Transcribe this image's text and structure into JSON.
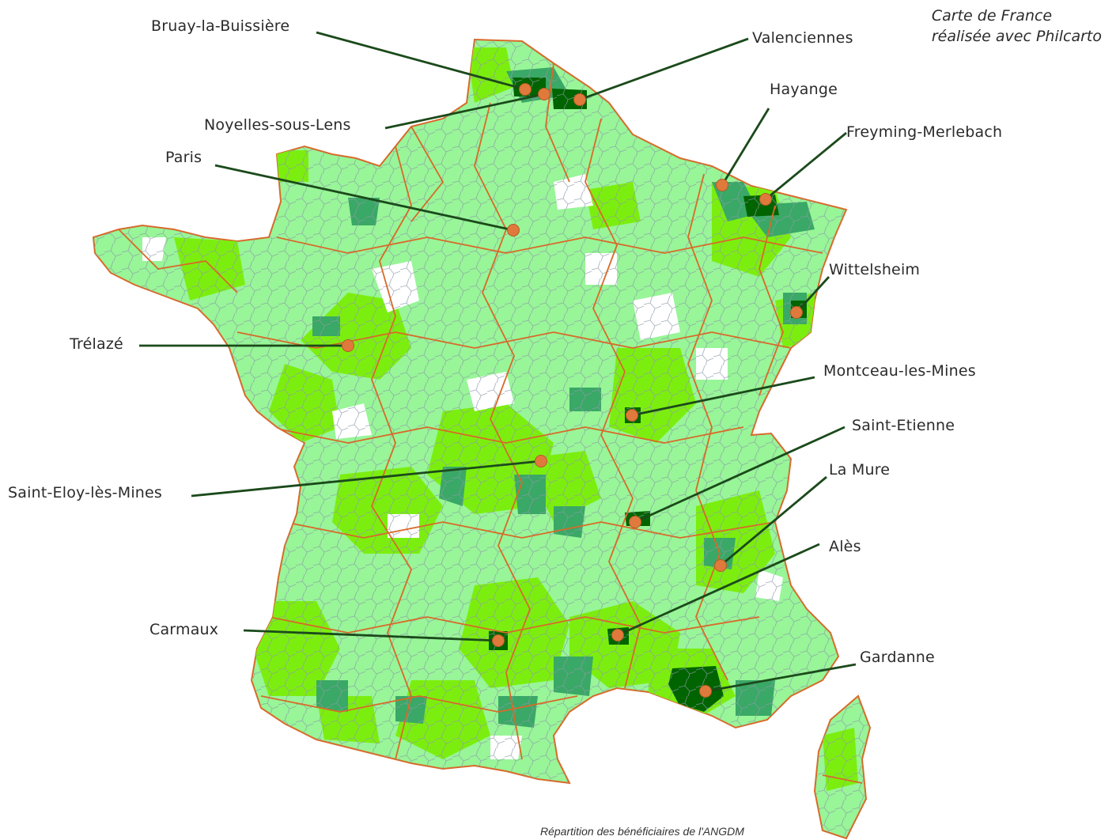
{
  "credit": {
    "line1": "Carte de France",
    "line2": "réalisée avec Philcarto"
  },
  "footnote": "Répartition des bénéficiaires de l'ANGDM",
  "colors": {
    "no_data": "#ffffff",
    "very_light": "#98f598",
    "light": "#7cee0f",
    "medium": "#3aa866",
    "dark": "#006400",
    "border": "#d86a2a",
    "commune_border": "#8a9aa8",
    "marker": "#e07a3c",
    "leader": "#1b4a1b"
  },
  "cities": [
    {
      "name": "Bruay-la-Buissière",
      "key": "bruay"
    },
    {
      "name": "Valenciennes",
      "key": "valenciennes"
    },
    {
      "name": "Noyelles-sous-Lens",
      "key": "noyelles"
    },
    {
      "name": "Hayange",
      "key": "hayange"
    },
    {
      "name": "Freyming-Merlebach",
      "key": "freyming"
    },
    {
      "name": "Paris",
      "key": "paris"
    },
    {
      "name": "Wittelsheim",
      "key": "wittelsheim"
    },
    {
      "name": "Trélazé",
      "key": "trelaze"
    },
    {
      "name": "Montceau-les-Mines",
      "key": "montceau"
    },
    {
      "name": "Saint-Etienne",
      "key": "saint-etienne"
    },
    {
      "name": "Saint-Eloy-lès-Mines",
      "key": "saint-eloy"
    },
    {
      "name": "La Mure",
      "key": "la-mure"
    },
    {
      "name": "Alès",
      "key": "ales"
    },
    {
      "name": "Carmaux",
      "key": "carmaux"
    },
    {
      "name": "Gardanne",
      "key": "gardanne"
    }
  ]
}
